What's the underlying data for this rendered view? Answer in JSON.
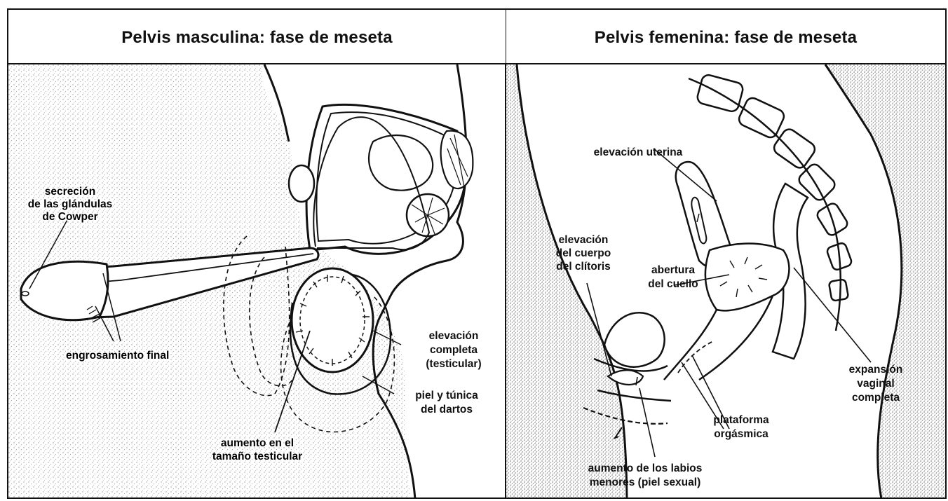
{
  "left_panel": {
    "title": "Pelvis masculina: fase de meseta",
    "labels": {
      "cowper_1": "secreción",
      "cowper_2": "de las glándulas",
      "cowper_3": "de Cowper",
      "thickening": "engrosamiento final",
      "elevation_1": "elevación",
      "elevation_2": "completa",
      "elevation_3": "(testicular)",
      "skin_1": "piel y túnica",
      "skin_2": "del dartos",
      "size_1": "aumento en el",
      "size_2": "tamaño testicular"
    }
  },
  "right_panel": {
    "title": "Pelvis femenina: fase de meseta",
    "labels": {
      "uterine": "elevación uterina",
      "clitoris_1": "elevación",
      "clitoris_2": "del cuerpo",
      "clitoris_3": "del clítoris",
      "cervix_1": "abertura",
      "cervix_2": "del cuello",
      "vaginal_1": "expansión",
      "vaginal_2": "vaginal",
      "vaginal_3": "completa",
      "platform_1": "plataforma",
      "platform_2": "orgásmica",
      "labia_1": "aumento de los labios",
      "labia_2": "menores (piel sexual)"
    }
  },
  "colors": {
    "ink": "#111111",
    "paper": "#ffffff",
    "stipple": "#9a9a9a",
    "stipple_dense": "#6e6e6e"
  }
}
